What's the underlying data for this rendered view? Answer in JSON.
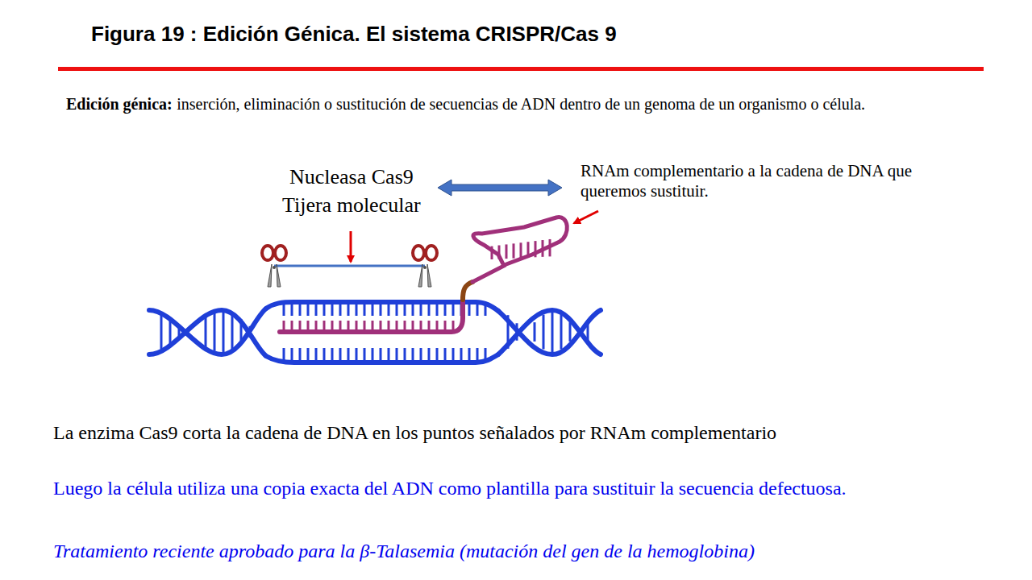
{
  "diagram": {
    "title": "Figura 19 : Edición Génica. El sistema CRISPR/Cas 9",
    "labels": [
      "Edición génica:",
      "inserción, eliminación o sustitución de secuencias de ADN dentro de un genoma de un organismo o célula.",
      "Nucleasa Cas9",
      "Tijera molecular",
      "RNAm complementario a la cadena de DNA que queremos sustituir.",
      "La enzima Cas9 corta la cadena de DNA en los puntos señalados por RNAm complementario",
      "Luego la célula utiliza una copia exacta del ADN como plantilla para sustituir la secuencia defectuosa.",
      "Tratamiento reciente aprobado para la β-Talasemia (mutación del gen de la hemoglobina)"
    ]
  }
}
